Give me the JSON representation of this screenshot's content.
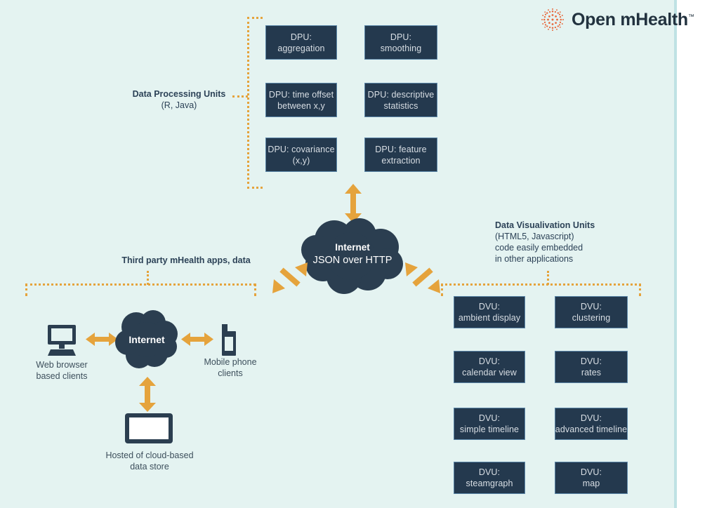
{
  "brand": {
    "name": "Open mHealth",
    "trademark": "™",
    "logo_color": "#e8683c",
    "text_color": "#22323f"
  },
  "theme": {
    "background": "#e4f3f1",
    "edge_line": "#bfe2e4",
    "box_fill": "#24394e",
    "box_border": "#5b86a8",
    "box_text": "#d8dee4",
    "accent_orange": "#e5a33c",
    "label_text": "#2c4257",
    "caption_text": "#3d4f5c",
    "cloud_fill": "#2b3e50"
  },
  "groups": {
    "processing": {
      "title": "Data Processing Units",
      "subtitle": "(R, Java)"
    },
    "visualization": {
      "title": "Data Visualivation Units",
      "line2": "(HTML5, Javascript)",
      "line3": "code easily embedded",
      "line4": "in other applications"
    },
    "third_party": {
      "title": "Third party mHealth apps, data"
    }
  },
  "processing_units": [
    {
      "line1": "DPU:",
      "line2": "aggregation"
    },
    {
      "line1": "DPU:",
      "line2": "smoothing"
    },
    {
      "line1": "DPU: time offset",
      "line2": "between x,y"
    },
    {
      "line1": "DPU: descriptive",
      "line2": "statistics"
    },
    {
      "line1": "DPU: covariance",
      "line2": "(x,y)"
    },
    {
      "line1": "DPU: feature",
      "line2": "extraction"
    }
  ],
  "visualization_units": [
    {
      "line1": "DVU:",
      "line2": "ambient display"
    },
    {
      "line1": "DVU:",
      "line2": "clustering"
    },
    {
      "line1": "DVU:",
      "line2": "calendar view"
    },
    {
      "line1": "DVU:",
      "line2": "rates"
    },
    {
      "line1": "DVU:",
      "line2": "simple timeline"
    },
    {
      "line1": "DVU:",
      "line2": "advanced timeline"
    },
    {
      "line1": "DVU:",
      "line2": "steamgraph"
    },
    {
      "line1": "DVU:",
      "line2": "map"
    }
  ],
  "clouds": {
    "central": {
      "line1": "Internet",
      "line2": "JSON over HTTP"
    },
    "client": {
      "label": "Internet"
    }
  },
  "devices": [
    {
      "icon": "desktop-monitor-icon",
      "caption_line1": "Web browser",
      "caption_line2": "based clients"
    },
    {
      "icon": "mobile-phone-icon",
      "caption_line1": "Mobile phone",
      "caption_line2": "clients"
    },
    {
      "icon": "data-store-icon",
      "caption_line1": "Hosted of cloud-based",
      "caption_line2": "data store"
    }
  ]
}
